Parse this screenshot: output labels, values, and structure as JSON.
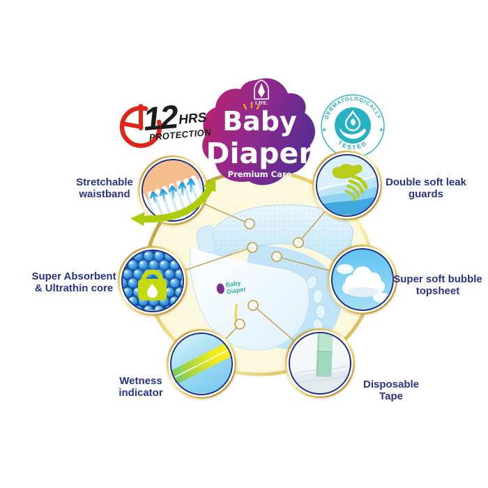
{
  "header": {
    "life_logo": "LIFE.",
    "title_line1": "Baby",
    "title_line2": "Diaper",
    "subtitle": "Premium Care"
  },
  "protection_badge": {
    "value": "12",
    "unit": "HRS",
    "label": "PROTECTION"
  },
  "derm_badge": {
    "arc_top": "DERMATOLOGICALLY",
    "arc_bottom": "TESTED"
  },
  "features": [
    {
      "id": "stretchable-waistband",
      "line1": "Stretchable",
      "line2": "waistband",
      "icon": "waistband-stretch-icon"
    },
    {
      "id": "double-soft-leak-guards",
      "line1": "Double soft leak",
      "line2": "guards",
      "icon": "hand-leak-guard-icon"
    },
    {
      "id": "super-absorbent-core",
      "line1": "Super Absorbent",
      "line2": "& Ultrathin core",
      "icon": "lock-absorbent-icon"
    },
    {
      "id": "super-soft-bubble-topsheet",
      "line1": "Super soft bubble",
      "line2": "topsheet",
      "icon": "cloud-topsheet-icon"
    },
    {
      "id": "wetness-indicator",
      "line1": "Wetness",
      "line2": "indicator",
      "icon": "wetness-strip-icon"
    },
    {
      "id": "disposable-tape",
      "line1": "Disposable",
      "line2": "Tape",
      "icon": "tape-icon"
    }
  ],
  "diaper_print": {
    "line1": "Baby",
    "line2": "Diaper"
  },
  "colors": {
    "label_navy": "#27348B",
    "gold": "#C9A445",
    "cream": "#FBF7DC",
    "logo_magenta": "#C0206A",
    "logo_purple": "#5E2C90",
    "teal": "#24B2C2",
    "lime": "#AECB0C",
    "clock_red": "#E2231A",
    "sky_blue": "#5FC4F0"
  }
}
